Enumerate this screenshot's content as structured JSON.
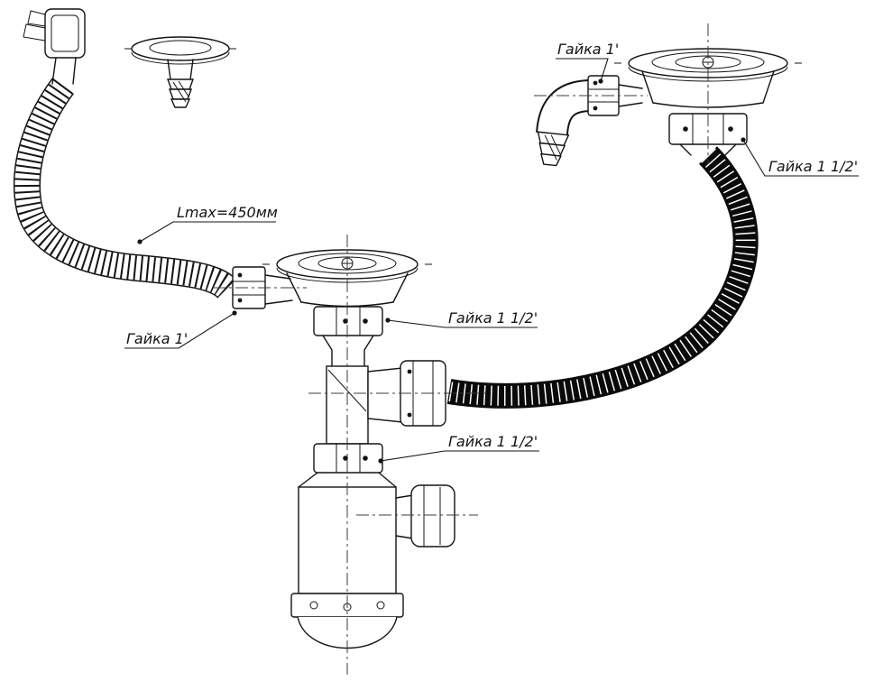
{
  "diagram": {
    "labels": {
      "lmax": "Lmax=450мм",
      "nut_1_left": "Гайка 1'",
      "nut_1_right": "Гайка 1'",
      "nut_1_5_center": "Гайка 1 1/2'",
      "nut_1_5_lower": "Гайка 1 1/2'",
      "nut_1_5_right": "Гайка 1 1/2'"
    },
    "colors": {
      "line": "#141414",
      "hose_black": "#0a0a0a",
      "background": "#ffffff"
    }
  }
}
